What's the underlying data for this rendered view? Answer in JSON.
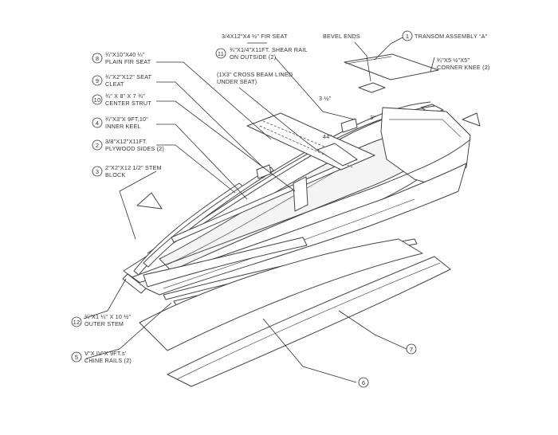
{
  "labels": {
    "transom": {
      "num": "1",
      "text": "TRANSOM ASSEMBLY “A”"
    },
    "fir_seat": "3/4X12\"X4 ½\" FIR SEAT",
    "bevel_ends": "BEVEL ENDS",
    "shear_rail": {
      "num": "11",
      "line1": "¾\"X1/4\"X11FT. SHEAR RAIL",
      "line2": "ON OUTSIDE (2)"
    },
    "corner_knee": {
      "line1": "¾\"X5 ½\"X5\"",
      "line2": "CORNER KNEE (2)"
    },
    "cross_beam": {
      "line1": "(1X3\" CROSS BEAM LINED",
      "line2": "UNDER SEAT)"
    },
    "plain_fir_seat": {
      "num": "8",
      "line1": "¾\"X10\"X40 ¼\"",
      "line2": "PLAIN FIR SEAT"
    },
    "seat_cleat": {
      "num": "9",
      "line1": "¾\"X2\"X12\" SEAT",
      "line2": "CLEAT"
    },
    "center_strut": {
      "num": "10",
      "line1": "¾\" X 8\" X 7 ¾\"",
      "line2": "CENTER STRUT"
    },
    "inner_keel": {
      "num": "4",
      "line1": "¾\"X3\"X 9FT,10\"",
      "line2": "INNER KEEL"
    },
    "plywood_sides": {
      "num": "2",
      "line1": "3/8\"X12\"X11FT.",
      "line2": "PLYWOOD SIDES (2)"
    },
    "stem_block": {
      "num": "3",
      "line1": "2\"X2\"X12 1/2\" STEM",
      "line2": "BLOCK"
    },
    "outer_stem": {
      "num": "12",
      "line1": "¾\"X1 ¼\" X 10 ½\"",
      "line2": "OUTER STEM"
    },
    "chine_rails": {
      "num": "5",
      "line1": "V\"X IV\"X 9FT.s'",
      "line2": "CHINE RAILS (2)"
    },
    "part6": {
      "num": "6"
    },
    "part7": {
      "num": "7"
    },
    "dim_3half": "3 ½\"",
    "dim_3": "3\"",
    "dim_44": "44\""
  }
}
